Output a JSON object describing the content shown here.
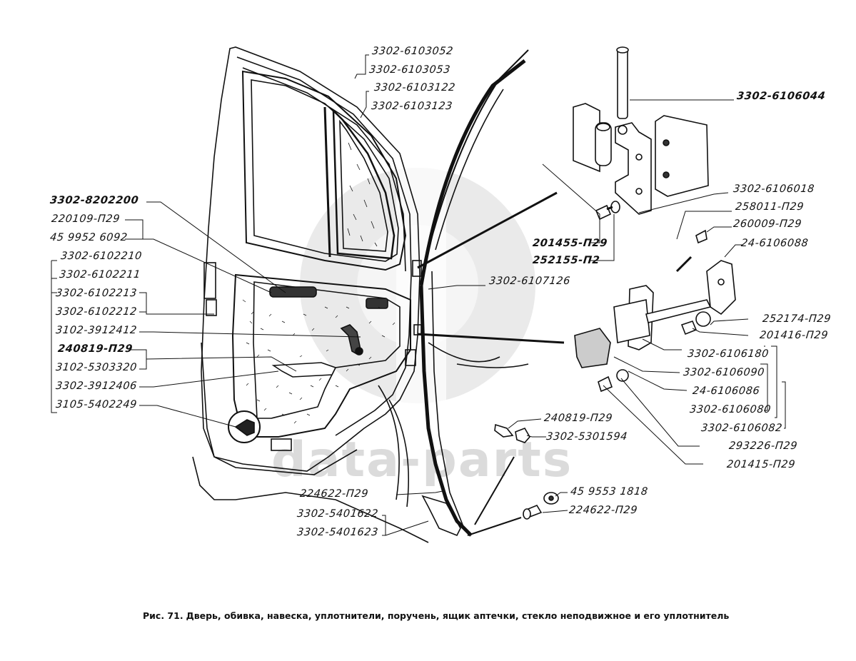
{
  "figure": {
    "caption_prefix": "Рис. 71.",
    "caption_text": "Дверь, обивка, навеска, уплотнители, поручень, ящик аптечки, стекло неподвижное и его уплотнитель",
    "watermark": "data-parts"
  },
  "labels": {
    "glass_top_1": "3302-6103052",
    "glass_top_2": "3302-6103053",
    "glass_seal_1": "3302-6103122",
    "glass_seal_2": "3302-6103123",
    "hinge_pin": "3302-6106044",
    "handrail": "3302-8202200",
    "screw_handrail": "220109-П29",
    "plug_handrail": "45 9952 6092",
    "trim_1": "3302-6102210",
    "trim_2": "3302-6102211",
    "trim_3": "3302-6102213",
    "trim_4": "3302-6102212",
    "handle_window": "3102-3912412",
    "screw_armrest": "240819-П29",
    "armrest": "3102-5303320",
    "first_aid_box": "3302-3912406",
    "clip": "3105-5402249",
    "hinge_upper": "3302-6106018",
    "washer_hinge": "258011-П29",
    "pin_hinge": "260009-П29",
    "hinge_lower": "24-6106088",
    "bolt_hinge": "201455-П29",
    "washer_bolt": "252155-П2",
    "seal_door": "3302-6107126",
    "washer_check": "252174-П29",
    "bolt_check": "201416-П29",
    "check_assy": "3302-6106180",
    "check_body": "3302-6106090",
    "check_arm": "24-6106086",
    "check_1": "3302-6106080",
    "check_2": "3302-6106082",
    "washer_tooth": "293226-П29",
    "bolt_lower": "201415-П29",
    "screw_clip": "240819-П29",
    "clip_2": "3302-5301594",
    "screw_sill": "224622-П29",
    "sill_1": "3302-5401622",
    "sill_2": "3302-5401623",
    "nut_sill": "45 9553 1818",
    "screw_sill_2": "224622-П29"
  }
}
